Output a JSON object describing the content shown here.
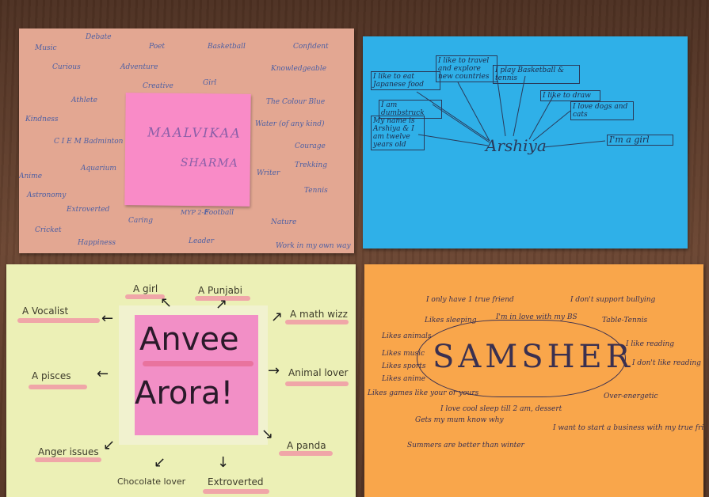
{
  "sheet1": {
    "words": [
      "Music",
      "Debate",
      "Poet",
      "Basketball",
      "Confident",
      "Curious",
      "Adventure",
      "Knowledgeable",
      "Creative",
      "Girl",
      "Athlete",
      "The Colour Blue",
      "Kindness",
      "Water (of any kind)",
      "C I E M Badminton",
      "Courage",
      "Trekking",
      "Anime",
      "Aquarium",
      "Writer",
      "Astronomy",
      "Tennis",
      "Extroverted",
      "Caring",
      "Football",
      "Nature",
      "Cricket",
      "Happiness",
      "Leader",
      "Work in my own way"
    ],
    "sticky_line1": "MAALVIKAA",
    "sticky_line2": "SHARMA",
    "class_tag": "MYP 2-E"
  },
  "sheet2": {
    "center_name": "Arshiya",
    "boxes": [
      "I like to eat Japanese food",
      "I like to travel and explore new countries",
      "I play Basketball & tennis",
      "I am dumbstruck",
      "I like to draw",
      "I love dogs and cats",
      "My name is Arshiya & I am twelve years old",
      "I'm a girl"
    ]
  },
  "sheet3": {
    "name_line1": "Anvee",
    "name_line2": "Arora!",
    "traits": [
      "A Vocalist",
      "A girl",
      "A Punjabi",
      "A math wizz",
      "A pisces",
      "Animal lover",
      "Anger issues",
      "A panda",
      "Chocolate lover",
      "Extroverted"
    ]
  },
  "sheet4": {
    "center_name": "SAMSHER",
    "lines": [
      "I only have 1 true friend",
      "I don't support bullying",
      "Likes sleeping",
      "I'm in love with my BS",
      "Table-Tennis",
      "Likes animals",
      "Likes music",
      "Likes sports",
      "Likes anime",
      "Likes games like your or yours",
      "I like reading",
      "I don't like reading",
      "Over-energetic",
      "Gets my mum know why",
      "I love cool sleep till 2 am, dessert",
      "I want to start a business with my true friend after I grow up",
      "Summers are better than winter"
    ]
  }
}
